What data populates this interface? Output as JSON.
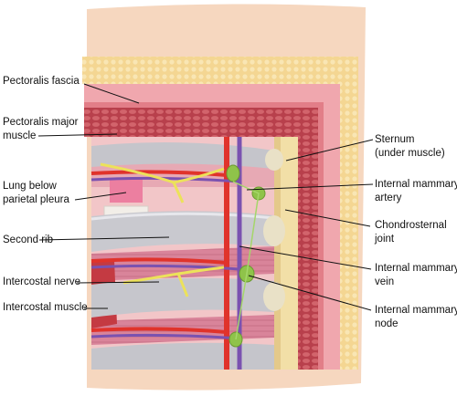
{
  "colors": {
    "skin": "#f3cfb3",
    "fascia": "#f6dc9a",
    "muscle": "#c8545e",
    "rib": "#c6c6cc",
    "artery": "#e0332b",
    "vein": "#7a52b0",
    "nerve": "#ece25a",
    "node": "#8fc34a",
    "line": "#111111"
  },
  "labels": {
    "pectoralis_fascia": "Pectoralis fascia",
    "pectoralis_major": [
      "Pectoralis major",
      "muscle"
    ],
    "lung": [
      "Lung below",
      "parietal pleura"
    ],
    "second_rib": "Second rib",
    "intercostal_nerve": "Intercostal nerve",
    "intercostal_muscle": "Intercostal muscle",
    "sternum": [
      "Sternum",
      "(under muscle)"
    ],
    "internal_mammary_artery": [
      "Internal mammary",
      "artery"
    ],
    "chondrosternal_joint": [
      "Chondrosternal",
      "joint"
    ],
    "internal_mammary_vein": [
      "Internal mammary",
      "vein"
    ],
    "internal_mammary_node": [
      "Internal mammary",
      "node"
    ]
  }
}
